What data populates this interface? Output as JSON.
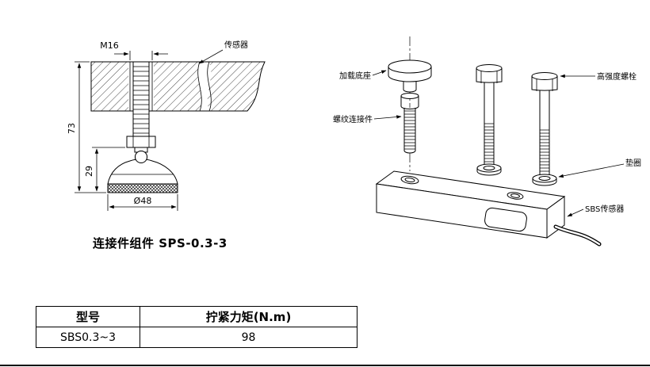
{
  "left_drawing": {
    "thread_label": "M16",
    "sensor_label": "传感器",
    "dim_height": "73",
    "dim_foot_height": "29",
    "dim_diameter": "Ø48",
    "caption": "连接件组件 SPS-0.3-3"
  },
  "right_drawing": {
    "loading_base_label": "加载底座",
    "threaded_connector_label": "螺纹连接件",
    "bolt_label": "高强度螺栓",
    "washer_label": "垫圈",
    "sensor_label": "SBS传感器"
  },
  "table": {
    "headers": [
      "型号",
      "拧紧力矩(N.m)"
    ],
    "rows": [
      [
        "SBS0.3~3",
        "98"
      ]
    ]
  }
}
